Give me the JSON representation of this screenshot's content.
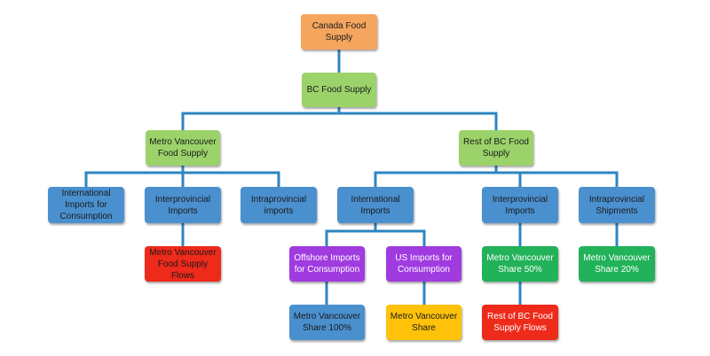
{
  "colors": {
    "connector": "#2E86C1",
    "orange": "#F6A55E",
    "green_light": "#9BD36A",
    "blue": "#4A90CF",
    "red": "#EE2A1B",
    "purple": "#A03BE0",
    "yellow": "#FFC20A",
    "green": "#21B25A",
    "text_dark": "#1a1a1a",
    "text_light": "#ffffff"
  },
  "nodes": {
    "canada": "Canada Food\nSupply",
    "bc": "BC Food Supply",
    "metro_vancouver": "Metro Vancouver\nFood Supply",
    "rest_of_bc": "Rest of BC Food\nSupply",
    "mv_international": "International\nImports  for\nConsumption",
    "mv_interprovincial": "Interprovincial\nImports",
    "mv_intraprovincial": "Intraprovincial\nimports",
    "rbc_international": "International\nImports",
    "rbc_interprovincial": "Interprovincial\nImports",
    "rbc_intraprovincial": "Intraprovincial\nShipments",
    "mv_flows": "Metro Vancouver\nFood Supply Flows",
    "offshore": "Offshore Imports\nfor Consumption",
    "us_imports": "US Imports for\nConsumption",
    "mv_share_50": "Metro Vancouver\nShare  50%",
    "mv_share_20": "Metro Vancouver\nShare  20%",
    "mv_share_100": "Metro Vancouver\nShare 100%",
    "mv_share": "Metro Vancouver\nShare",
    "rbc_flows": "Rest of BC Food\nSupply Flows"
  }
}
